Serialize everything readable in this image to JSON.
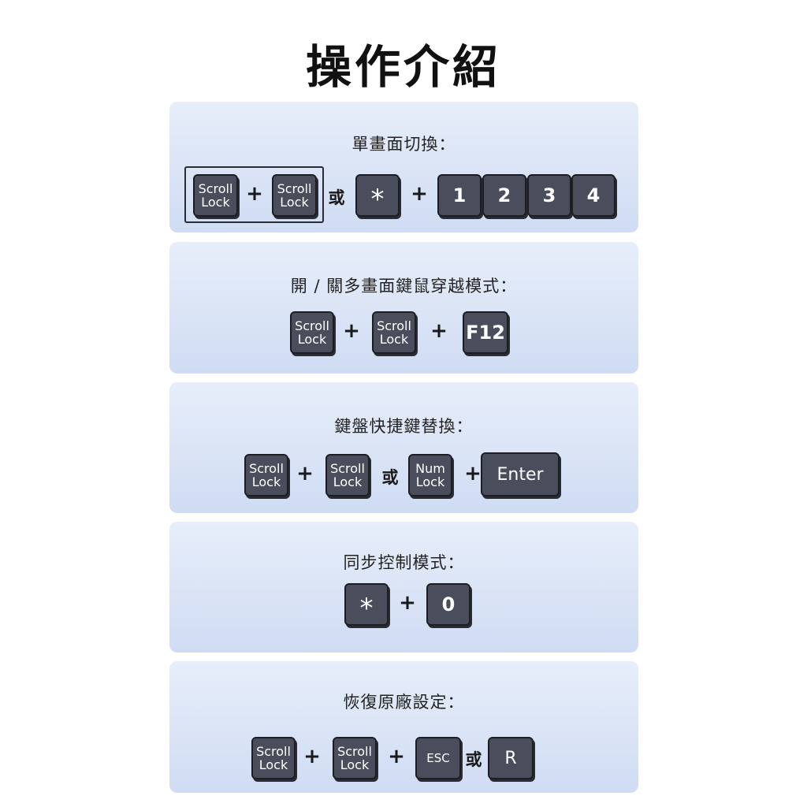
{
  "page_title": "操作介紹",
  "sections": [
    {
      "title": "單畫面切換：",
      "scroll_lock_1": [
        "Scroll",
        "Lock"
      ],
      "plus_1": "+",
      "scroll_lock_2": [
        "Scroll",
        "Lock"
      ],
      "or_1": "或",
      "asterisk_key": "*",
      "plus_2": "+",
      "number_keys": [
        "1",
        "2",
        "3",
        "4"
      ]
    },
    {
      "title": "開 / 關多畫面鍵鼠穿越模式：",
      "scroll_lock_1": [
        "Scroll",
        "Lock"
      ],
      "plus_1": "+",
      "scroll_lock_2": [
        "Scroll",
        "Lock"
      ],
      "plus_2": "+",
      "f12_key": "F12"
    },
    {
      "title": "鍵盤快捷鍵替換：",
      "scroll_lock_1": [
        "Scroll",
        "Lock"
      ],
      "plus_1": "+",
      "scroll_lock_2": [
        "Scroll",
        "Lock"
      ],
      "or_1": "或",
      "num_lock": [
        "Num",
        "Lock"
      ],
      "plus_2": "+",
      "enter_key": "Enter"
    },
    {
      "title": "同步控制模式：",
      "asterisk_key": "*",
      "plus_1": "+",
      "zero_key": "0"
    },
    {
      "title": "恢復原廠設定：",
      "scroll_lock_1": [
        "Scroll",
        "Lock"
      ],
      "plus_1": "+",
      "scroll_lock_2": [
        "Scroll",
        "Lock"
      ],
      "plus_2": "+",
      "esc_key": "ESC",
      "or_1": "或",
      "r_key": "R"
    }
  ],
  "colors": {
    "panel_top": "#e7eefa",
    "panel_bottom": "#cfdcf3",
    "key_face": "#4a4e5c",
    "key_border": "#1c1e24"
  }
}
